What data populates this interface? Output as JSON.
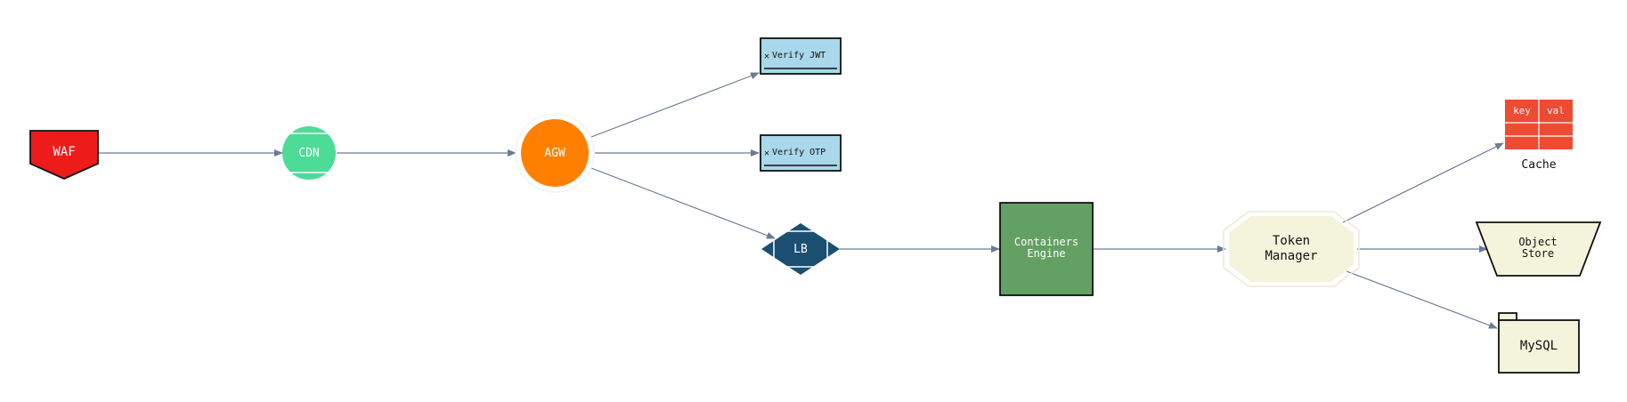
{
  "nodes": {
    "waf": {
      "label": "WAF",
      "color": "#ee1b1b"
    },
    "cdn": {
      "label": "CDN",
      "color": "#4ddb98"
    },
    "agw": {
      "label": "AGW",
      "color": "#ff8000"
    },
    "verify_jwt": {
      "label": "Verify JWT",
      "color": "#a8d8ea"
    },
    "verify_otp": {
      "label": "Verify OTP",
      "color": "#a8d8ea"
    },
    "lb": {
      "label": "LB",
      "color": "#1b4f72"
    },
    "containers_engine": {
      "label_line1": "Containers",
      "label_line2": "Engine",
      "color": "#63a063"
    },
    "token_manager": {
      "label_line1": "Token",
      "label_line2": "Manager",
      "color": "#f4f4dc"
    },
    "cache": {
      "label": "Cache",
      "col1": "key",
      "col2": "val",
      "color": "#ee4b33"
    },
    "object_store": {
      "label_line1": "Object",
      "label_line2": "Store",
      "color": "#f4f4dc"
    },
    "mysql": {
      "label": "MySQL",
      "color": "#f4f4dc"
    }
  },
  "edge_color": "#6c7b95",
  "edges": [
    {
      "from": "waf",
      "to": "cdn"
    },
    {
      "from": "cdn",
      "to": "agw"
    },
    {
      "from": "agw",
      "to": "verify_jwt"
    },
    {
      "from": "agw",
      "to": "verify_otp"
    },
    {
      "from": "agw",
      "to": "lb"
    },
    {
      "from": "lb",
      "to": "containers_engine"
    },
    {
      "from": "containers_engine",
      "to": "token_manager"
    },
    {
      "from": "token_manager",
      "to": "cache"
    },
    {
      "from": "token_manager",
      "to": "object_store"
    },
    {
      "from": "token_manager",
      "to": "mysql"
    }
  ]
}
